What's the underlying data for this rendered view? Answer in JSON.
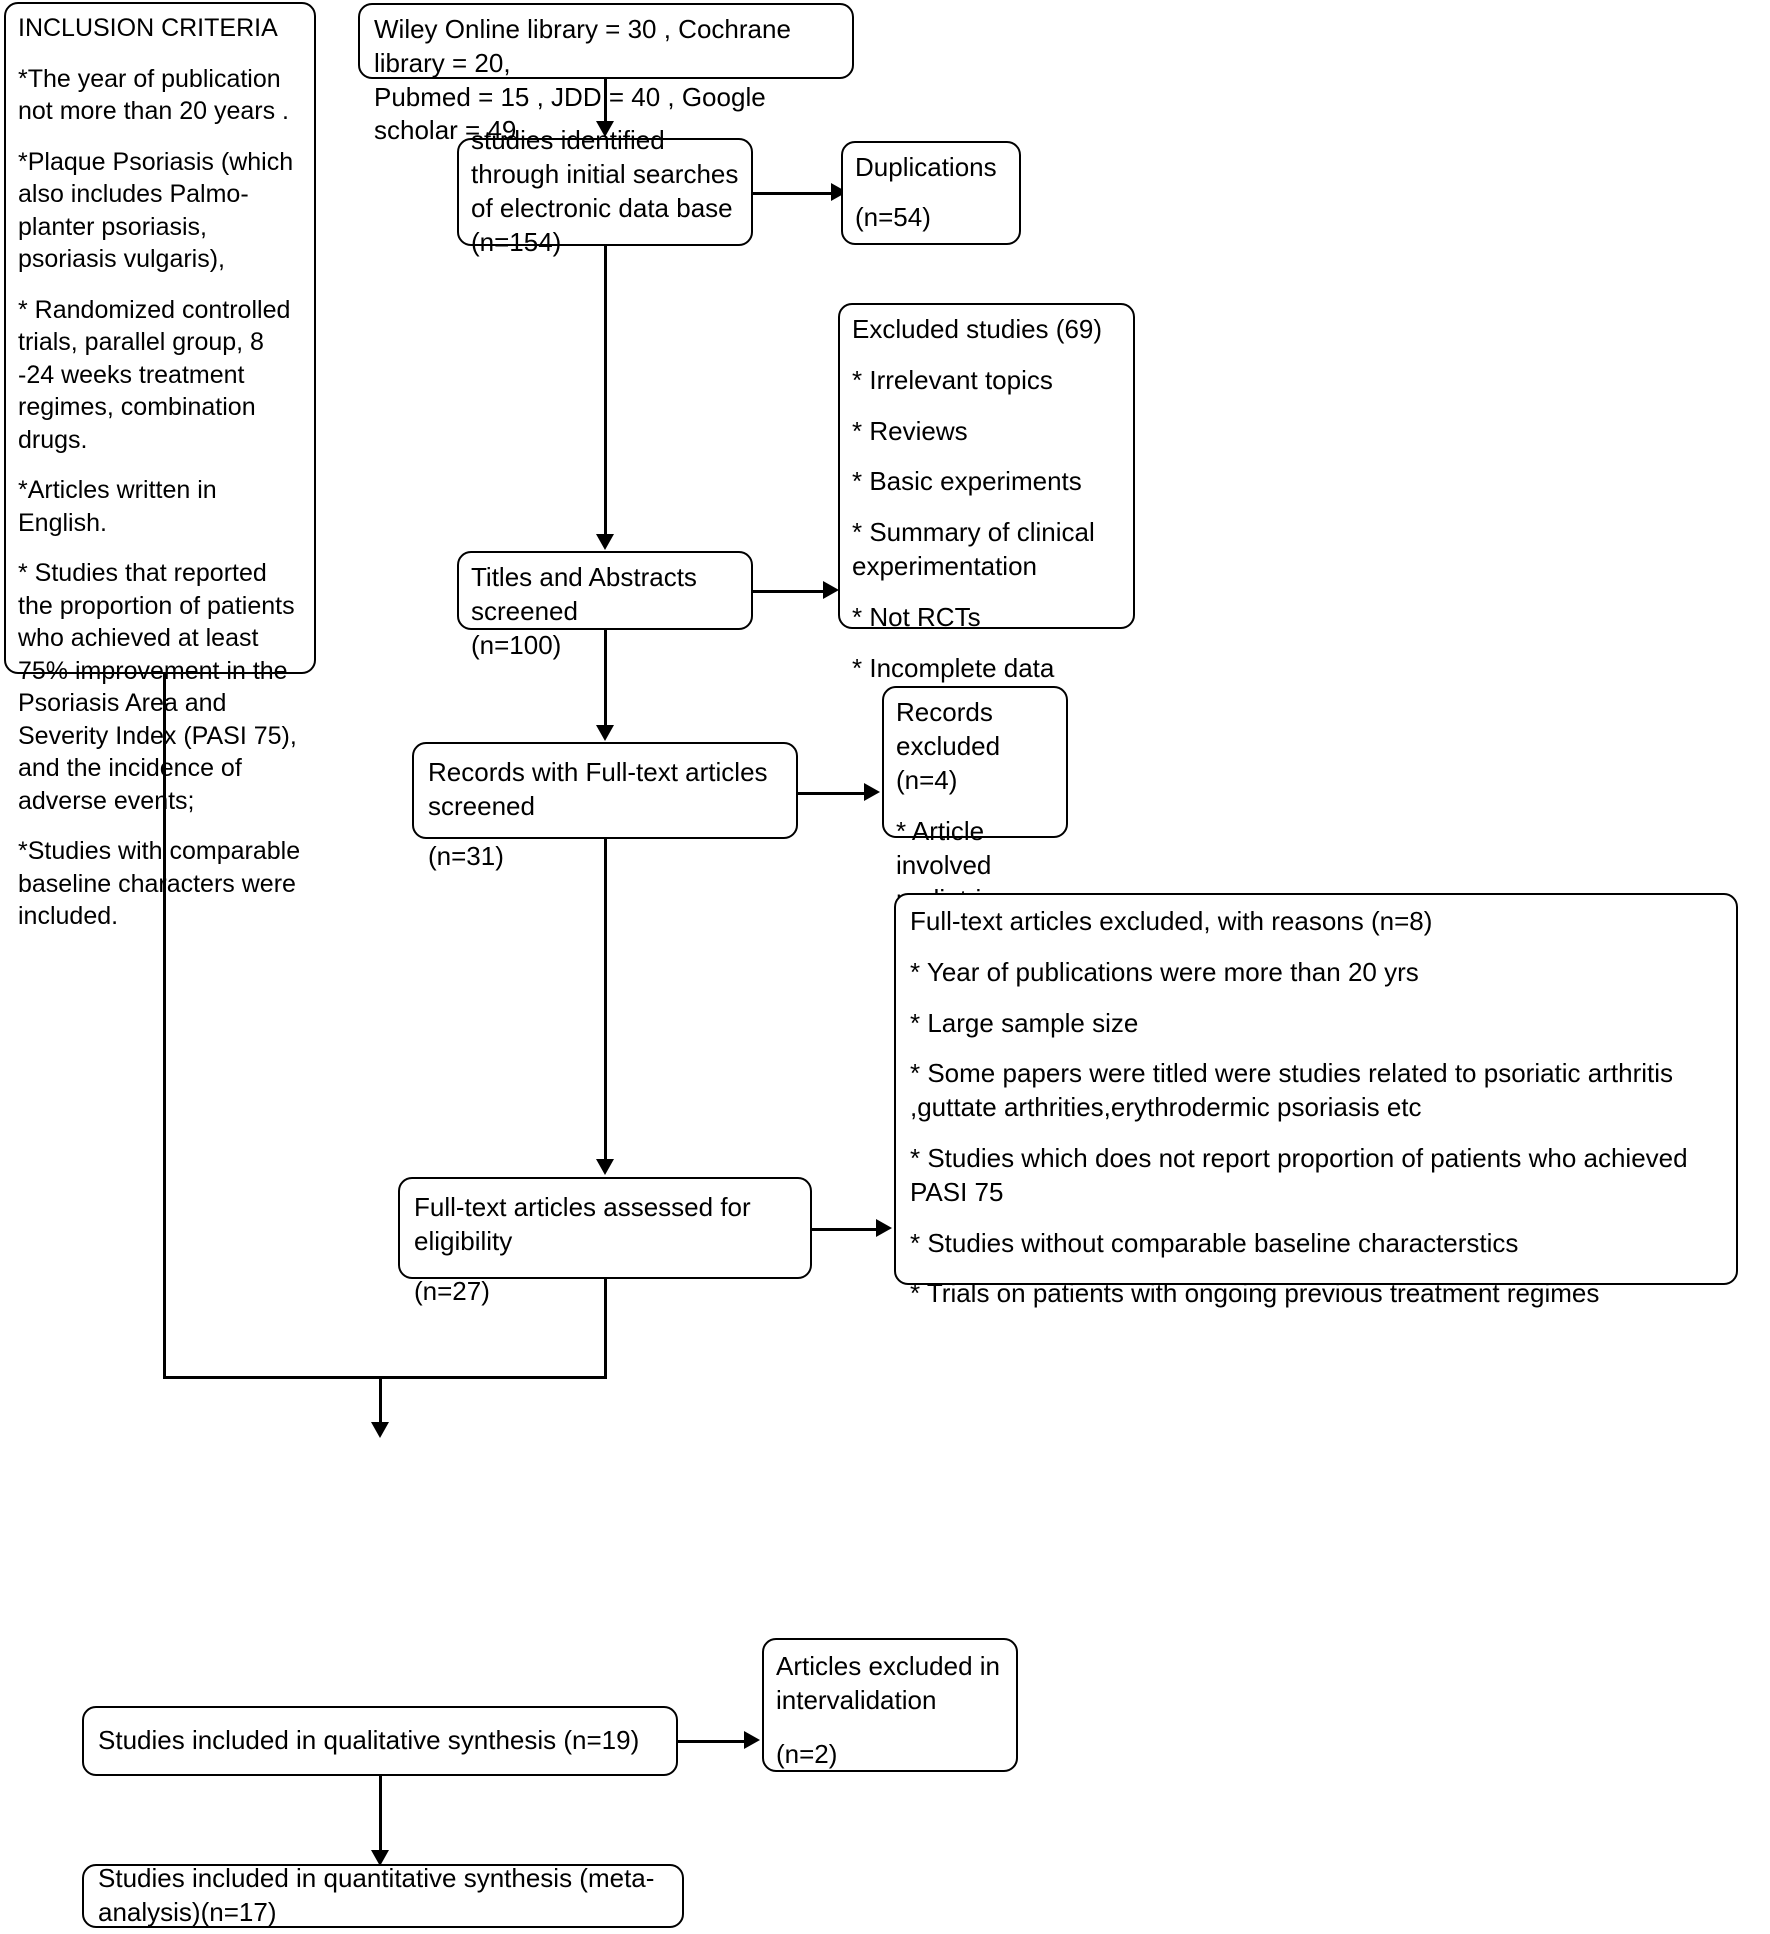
{
  "diagram": {
    "type": "prisma-flow-diagram",
    "nodes": {
      "inclusion_criteria": {
        "title": "INCLUSION CRITERIA",
        "lines": [
          "*The year of publication not more than 20 years .",
          "*Plaque Psoriasis (which also includes Palmo-planter psoriasis, psoriasis vulgaris),",
          "* Randomized controlled trials, parallel group, 8 -24 weeks treatment regimes, combination drugs.",
          "*Articles written in English.",
          "* Studies that reported the proportion of patients who achieved at least 75% improvement in the Psoriasis Area and Severity Index (PASI 75), and the incidence of adverse events;",
          "*Studies with comparable baseline characters were included."
        ]
      },
      "databases": {
        "line1": "Wiley Online library = 30 , Cochrane library = 20,",
        "line2": "Pubmed = 15 , JDD = 40 , Google scholar = 49"
      },
      "identified": {
        "text": "studies identified through initial searches of electronic data base (n=154)"
      },
      "duplications": {
        "title": "Duplications",
        "count": "(n=54)"
      },
      "excluded_screening": {
        "title": "Excluded studies (69)",
        "reasons": [
          "* Irrelevant topics",
          "* Reviews",
          "* Basic experiments",
          "* Summary of clinical experimentation",
          "* Not RCTs",
          "* Incomplete data"
        ]
      },
      "titles_abstracts": {
        "line1": "Titles and Abstracts screened",
        "line2": "(n=100)"
      },
      "fulltext_screened": {
        "title": "Records with Full-text articles screened",
        "count": "(n=31)"
      },
      "records_excluded": {
        "title": "Records excluded",
        "count": "(n=4)",
        "reason": "* Article involved pediatric patients"
      },
      "fulltext_excluded": {
        "title": "Full-text articles excluded, with reasons (n=8)",
        "reasons": [
          "* Year of publications were more than 20 yrs",
          "* Large sample size",
          "* Some papers were titled were studies related to psoriatic arthritis ,guttate arthrities,erythrodermic psoriasis etc",
          "* Studies which does not report proportion of patients who achieved PASI 75",
          "* Studies without comparable baseline characterstics",
          "* Trials on patients with ongoing previous treatment regimes"
        ]
      },
      "eligibility": {
        "title": "Full-text articles assessed for eligibility",
        "count": "(n=27)"
      },
      "intervalidation_excluded": {
        "title": "Articles excluded in intervalidation",
        "count": "(n=2)"
      },
      "qualitative": {
        "text": "Studies included in qualitative synthesis (n=19)"
      },
      "quantitative": {
        "text": "Studies included in quantitative synthesis (meta-analysis)(n=17)"
      }
    },
    "colors": {
      "stroke": "#000000",
      "fill": "#ffffff",
      "text": "#000000"
    }
  }
}
